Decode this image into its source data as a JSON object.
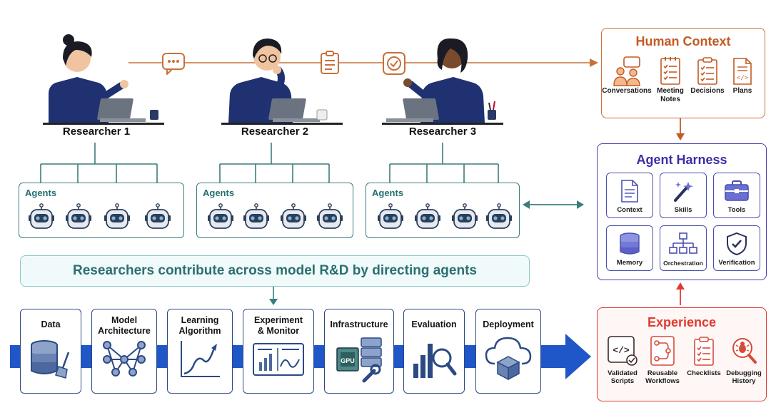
{
  "researchers": [
    {
      "label": "Researcher 1"
    },
    {
      "label": "Researcher 2"
    },
    {
      "label": "Researcher 3"
    }
  ],
  "agent_groups": [
    {
      "label": "Agents"
    },
    {
      "label": "Agents"
    },
    {
      "label": "Agents"
    }
  ],
  "banner": {
    "text": "Researchers contribute across model R&D by directing agents"
  },
  "pipeline": {
    "stages": [
      {
        "label": "Data",
        "icon": "database-broom-icon"
      },
      {
        "label": "Model Architecture",
        "icon": "network-graph-icon"
      },
      {
        "label": "Learning Algorithm",
        "icon": "learning-curve-icon"
      },
      {
        "label": "Experiment & Monitor",
        "icon": "dashboard-icon"
      },
      {
        "label": "Infrastructure",
        "icon": "gpu-server-icon"
      },
      {
        "label": "Evaluation",
        "icon": "bar-chart-magnifier-icon"
      },
      {
        "label": "Deployment",
        "icon": "cloud-cube-icon"
      }
    ],
    "arrow_color": "#1f56c8"
  },
  "human_context": {
    "title": "Human Context",
    "color": "#c35a24",
    "items": [
      {
        "label": "Conversations",
        "icon": "people-chat-icon"
      },
      {
        "label": "Meeting Notes",
        "icon": "notes-checklist-icon"
      },
      {
        "label": "Decisions",
        "icon": "clipboard-check-icon"
      },
      {
        "label": "Plans",
        "icon": "code-document-icon"
      }
    ]
  },
  "agent_harness": {
    "title": "Agent Harness",
    "color": "#3b2fa6",
    "tiles": [
      {
        "label": "Context",
        "icon": "document-icon"
      },
      {
        "label": "Skills",
        "icon": "magic-wand-icon"
      },
      {
        "label": "Tools",
        "icon": "toolbox-icon"
      },
      {
        "label": "Memory",
        "icon": "database-icon"
      },
      {
        "label": "Orchestration",
        "icon": "hierarchy-icon"
      },
      {
        "label": "Verification",
        "icon": "shield-check-icon"
      }
    ]
  },
  "experience": {
    "title": "Experience",
    "color": "#e03a2f",
    "items": [
      {
        "label": "Validated Scripts",
        "icon": "code-check-icon"
      },
      {
        "label": "Reusable Workflows",
        "icon": "workflow-icon"
      },
      {
        "label": "Checklists",
        "icon": "checklist-icon"
      },
      {
        "label": "Debugging History",
        "icon": "bug-magnifier-icon"
      }
    ]
  },
  "colors": {
    "teal": "#3b7d7c",
    "navy": "#1f2f6b",
    "orange_line": "#c8703a"
  }
}
